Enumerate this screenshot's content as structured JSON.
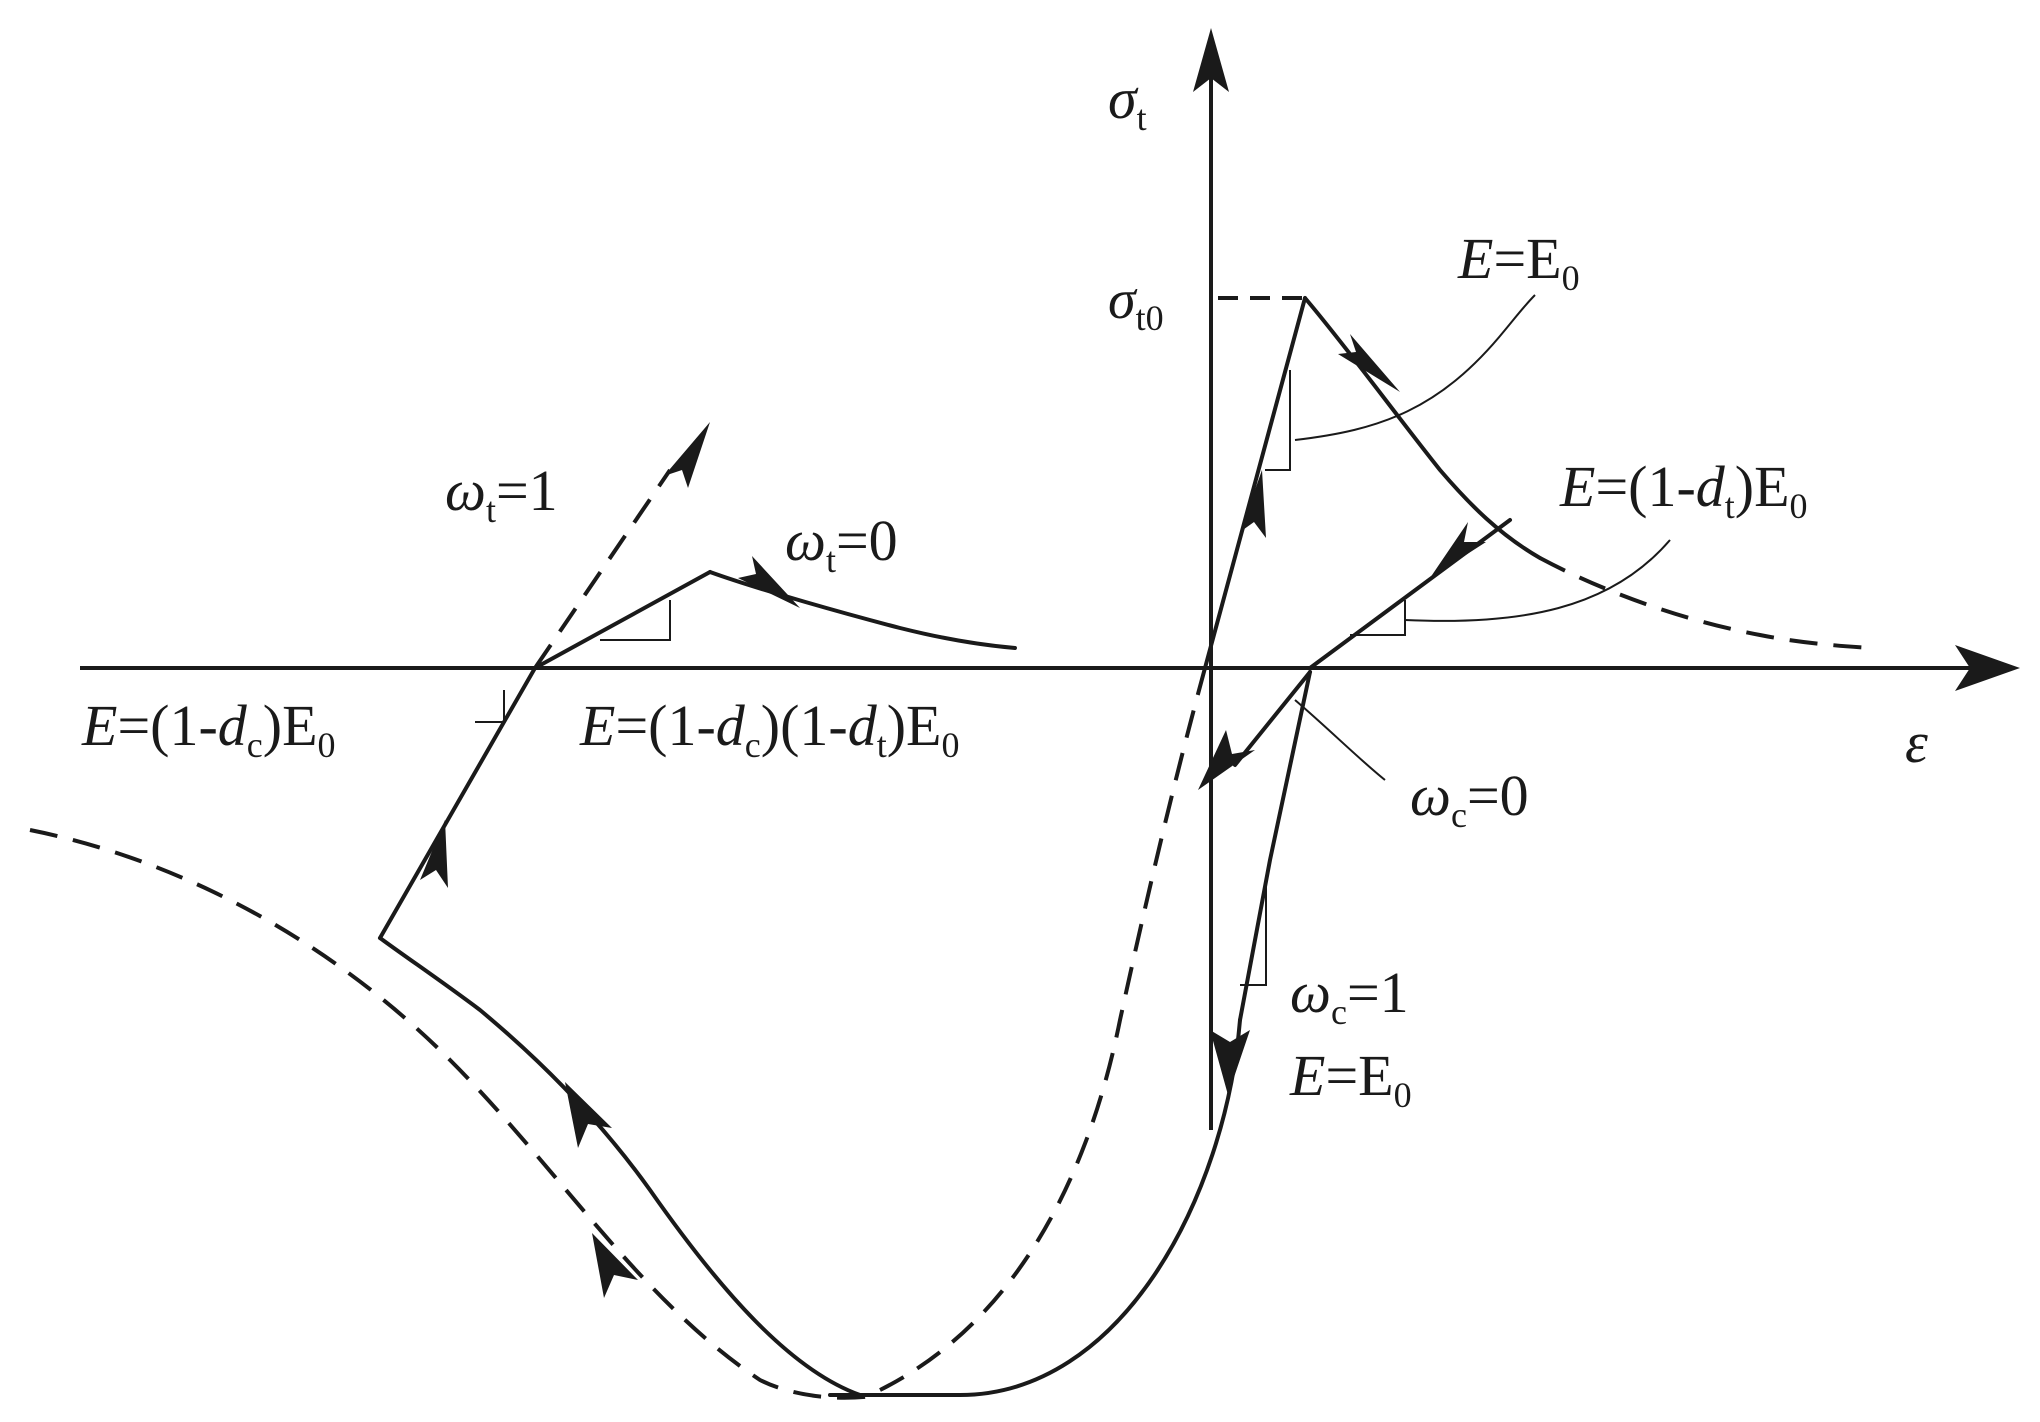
{
  "axes": {
    "x_label": "ε",
    "y_label": "σ",
    "y_label_sub": "t"
  },
  "labels": {
    "sigma_t0": {
      "main": "σ",
      "sub": "t0"
    },
    "e_eq_e0_top": {
      "pre": "E",
      "mid": "=E",
      "sub": "0"
    },
    "e_dt": {
      "pre": "E",
      "mid": "=(1-",
      "d": "d",
      "dsub": "t",
      "post": ")E",
      "sub": "0"
    },
    "omega_t_1": {
      "main": "ω",
      "sub": "t",
      "post": "=1"
    },
    "omega_t_0": {
      "main": "ω",
      "sub": "t",
      "post": "=0"
    },
    "e_dc": {
      "pre": "E",
      "mid": "=(1-",
      "d": "d",
      "dsub": "c",
      "post": ")E",
      "sub": "0"
    },
    "e_dc_dt": {
      "pre": "E",
      "mid": "=(1-",
      "d1": "d",
      "d1sub": "c",
      "mid2": ")(1-",
      "d2": "d",
      "d2sub": "t",
      "post": ")E",
      "sub": "0"
    },
    "omega_c_0": {
      "main": "ω",
      "sub": "c",
      "post": "=0"
    },
    "omega_c_1": {
      "main": "ω",
      "sub": "c",
      "post": "=1"
    },
    "e_eq_e0_bottom": {
      "pre": "E",
      "mid": "=E",
      "sub": "0"
    }
  },
  "colors": {
    "ink": "#1a1a1a",
    "background": "#ffffff"
  }
}
